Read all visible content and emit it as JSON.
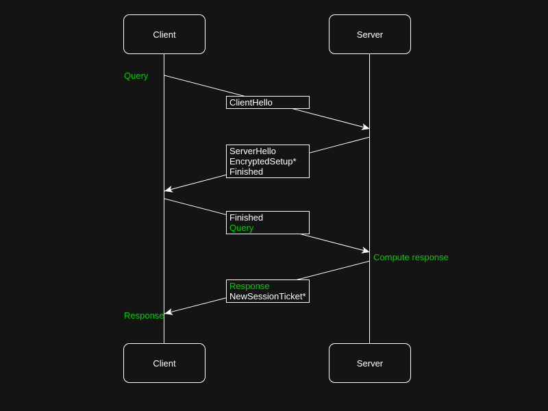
{
  "colors": {
    "background": "#141414",
    "stroke": "#ffffff",
    "text": "#ffffff",
    "accent_green": "#00cc00"
  },
  "actors": {
    "client": {
      "label": "Client"
    },
    "server": {
      "label": "Server"
    }
  },
  "messages": [
    {
      "name": "client-hello",
      "from": "client",
      "to": "server",
      "lines": [
        {
          "text": "ClientHello"
        }
      ]
    },
    {
      "name": "server-hello",
      "from": "server",
      "to": "client",
      "lines": [
        {
          "text": "ServerHello"
        },
        {
          "text": "EncryptedSetup*"
        },
        {
          "text": "Finished"
        }
      ]
    },
    {
      "name": "finished-query",
      "from": "client",
      "to": "server",
      "lines": [
        {
          "text": "Finished"
        },
        {
          "text": "Query"
        }
      ]
    },
    {
      "name": "response-ticket",
      "from": "server",
      "to": "client",
      "lines": [
        {
          "text": "Response"
        },
        {
          "text": "NewSessionTicket*"
        }
      ]
    }
  ],
  "annotations": [
    {
      "name": "query",
      "text": "Query"
    },
    {
      "name": "compute",
      "text": "Compute response"
    },
    {
      "name": "response",
      "text": "Response"
    }
  ]
}
